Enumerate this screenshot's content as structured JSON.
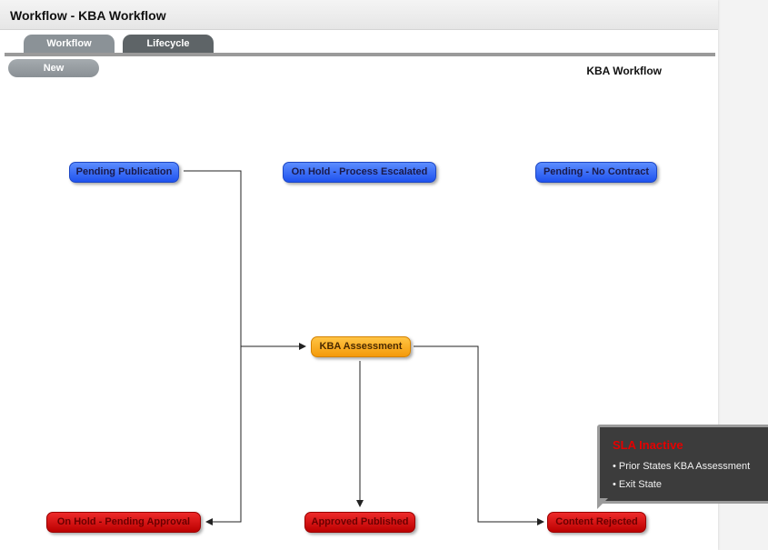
{
  "header": {
    "title": "Workflow - KBA Workflow"
  },
  "tabs": [
    {
      "label": "Workflow"
    },
    {
      "label": "Lifecycle"
    }
  ],
  "toolbar": {
    "new_label": "New"
  },
  "workflow_name": "KBA Workflow",
  "states": {
    "pending_publication": "Pending Publication",
    "on_hold_escalated": "On Hold - Process Escalated",
    "pending_no_contract": "Pending - No Contract",
    "kba_assessment": "KBA Assessment",
    "on_hold_pending_approval": "On Hold - Pending Approval",
    "approved_published": "Approved Published",
    "content_rejected": "Content Rejected"
  },
  "tooltip": {
    "title": "SLA Inactive",
    "items": [
      "• Prior States  KBA Assessment",
      "• Exit State"
    ]
  },
  "colors": {
    "open_state": "#2f62f5",
    "active_state": "#f7a515",
    "exit_state": "#cc0000",
    "tooltip_title": "#e40000"
  }
}
